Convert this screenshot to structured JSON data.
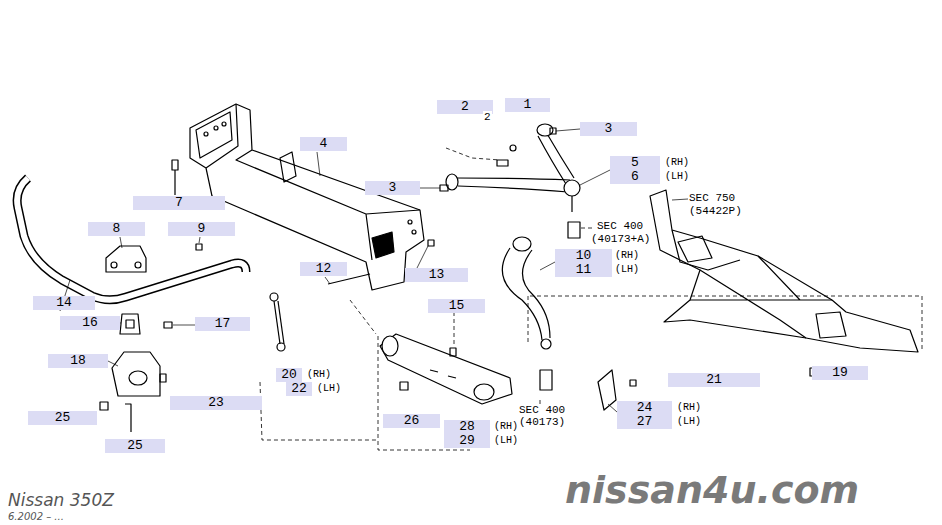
{
  "diagram": {
    "labels": [
      "1",
      "2",
      "2",
      "3",
      "4",
      "5",
      "(RH)",
      "6",
      "(LH)",
      "3",
      "SEC 750",
      "(54422P)",
      "7",
      "SEC 400",
      "(40173+A)",
      "8",
      "9",
      "10",
      "(RH)",
      "11",
      "(LH)",
      "12",
      "13",
      "14",
      "15",
      "16",
      "17",
      "18",
      "19",
      "20",
      "(RH)",
      "22",
      "(LH)",
      "21",
      "23",
      "SEC 400",
      "(40173)",
      "24",
      "(RH)",
      "27",
      "(LH)",
      "25",
      "26",
      "28",
      "(RH)",
      "29",
      "(LH)",
      "25",
      "Nissan 350Z",
      "6.2002 – ...",
      "nissan4u.com"
    ]
  }
}
